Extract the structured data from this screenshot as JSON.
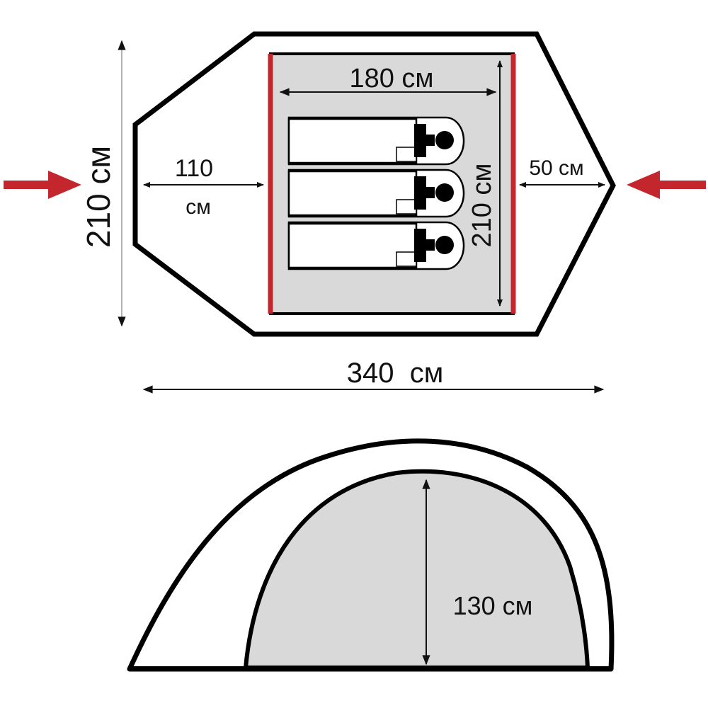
{
  "top_view": {
    "overall_depth": "210 см",
    "inner_length": "180 см",
    "inner_width": "210 см",
    "front_vestibule_line1": "110",
    "front_vestibule_line2": "см",
    "rear_vestibule": "50 см",
    "overall_length": "340  см",
    "sleeping_places": 3
  },
  "side_view": {
    "height": "130 см"
  },
  "colors": {
    "outline": "#000000",
    "inner_tent": "#d9d9d9",
    "poles": "#c4262e",
    "entrance_arrows": "#c4262e",
    "guide_lines": "#999999"
  }
}
